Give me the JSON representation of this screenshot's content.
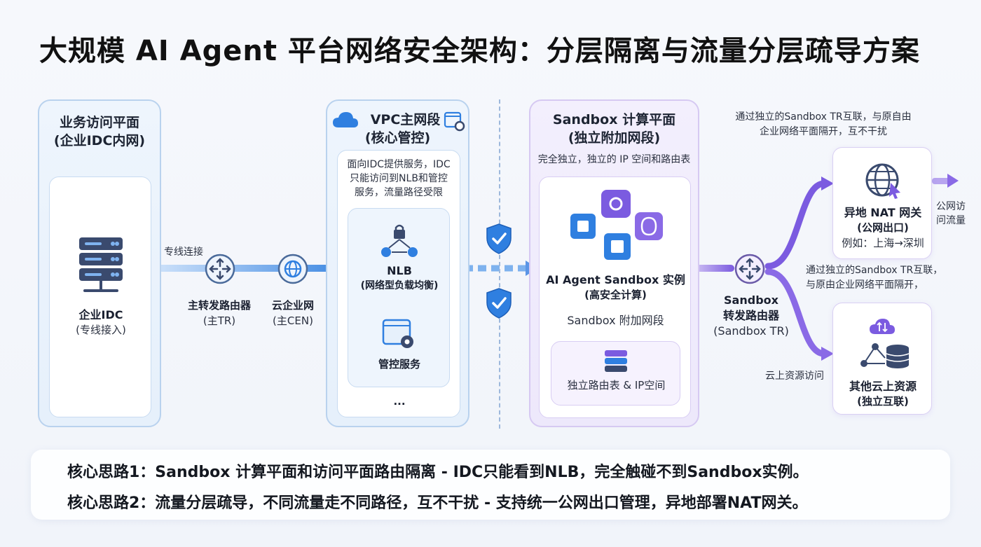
{
  "title": "大规模 AI Agent 平台网络安全架构：分层隔离与流量分层疏导方案",
  "business_plane": {
    "title_line1": "业务访问平面",
    "title_line2": "(企业IDC内网)",
    "idc_label": "企业IDC",
    "idc_sub": "(专线接入)",
    "icon": "server-rack-icon"
  },
  "links": {
    "dedicated_line": "专线连接",
    "main_tr": "主转发路由器",
    "main_tr_sub": "(主TR)",
    "cen": "云企业网",
    "cen_sub": "(主CEN)"
  },
  "vpc": {
    "title_line1": "VPC主网段",
    "title_line2": "(核心管控)",
    "desc_line1": "面向IDC提供服务，IDC",
    "desc_line2": "只能访问到NLB和管控",
    "desc_line3": "服务，流量路径受限",
    "nlb": "NLB",
    "nlb_sub": "(网络型负载均衡)",
    "mgmt": "管控服务",
    "more": "..."
  },
  "sandbox": {
    "title_line1": "Sandbox 计算平面",
    "title_line2": "(独立附加网段)",
    "desc": "完全独立，独立的 IP 空间和路由表",
    "instance_line1": "AI Agent Sandbox 实例",
    "instance_line2": "(高安全计算)",
    "segment": "Sandbox 附加网段",
    "route_table": "独立路由表 & IP空间"
  },
  "sandbox_tr": {
    "line1": "Sandbox",
    "line2": "转发路由器",
    "line3": "(Sandbox TR)"
  },
  "nat": {
    "note_line1": "通过独立的Sandbox TR互联，与原自由",
    "note_line2": "企业网络平面隔开，互不干扰",
    "title": "异地 NAT 网关",
    "sub": "(公网出口)",
    "example": "例如：上海→深圳",
    "out_line1": "公网访",
    "out_line2": "问流量"
  },
  "cloud": {
    "note_line1": "通过独立的Sandbox TR互联，",
    "note_line2": "与原由企业网络平面隔开，",
    "access": "云上资源访问",
    "title": "其他云上资源",
    "sub": "(独立互联)"
  },
  "core": {
    "line1": "核心思路1：Sandbox 计算平面和访问平面路由隔离 - IDC只能看到NLB，完全触碰不到Sandbox实例。",
    "line2": "核心思路2：流量分层疏导，不同流量走不同路径，互不干扰 - 支持统一公网出口管理，异地部署NAT网关。"
  },
  "colors": {
    "blue_accent": "#2f7fe0",
    "purple_accent": "#7b5be0",
    "dark_icon": "#3a4a6e"
  }
}
